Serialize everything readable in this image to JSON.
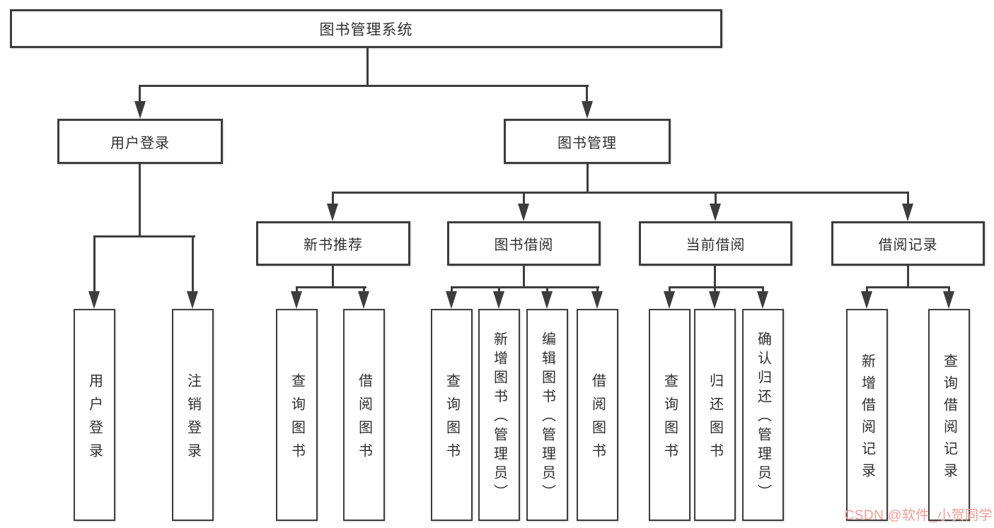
{
  "diagram": {
    "root": {
      "label": "图书管理系统"
    },
    "level2": [
      {
        "label": "用户登录"
      },
      {
        "label": "图书管理"
      }
    ],
    "categories": [
      {
        "label": "新书推荐"
      },
      {
        "label": "图书借阅"
      },
      {
        "label": "当前借阅"
      },
      {
        "label": "借阅记录"
      }
    ],
    "leaves": {
      "login": [
        "用户登录",
        "注销登录"
      ],
      "new_books": [
        "查询图书",
        "借阅图书"
      ],
      "borrow": [
        "查询图书",
        "新增图书（管理员）",
        "编辑图书（管理员）",
        "借阅图书"
      ],
      "current": [
        "查询图书",
        "归还图书",
        "确认归还（管理员）"
      ],
      "records": [
        "新增借阅记录",
        "查询借阅记录"
      ]
    },
    "line_color": "#3d3d3d"
  },
  "watermark": {
    "text": "CSDN @软件_小贺同学",
    "color": "#f19c96"
  }
}
